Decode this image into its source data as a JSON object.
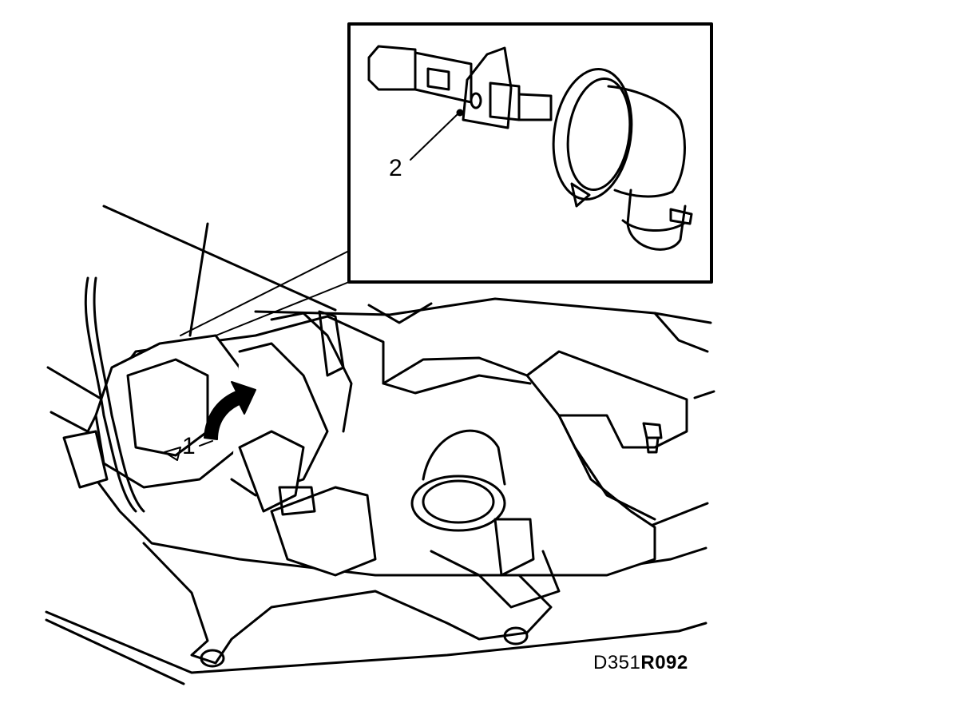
{
  "figure": {
    "code_prefix": "D351",
    "code_suffix": "R092"
  },
  "callouts": {
    "one": "1",
    "two": "2"
  },
  "colors": {
    "ink": "#000000",
    "paper": "#ffffff"
  }
}
